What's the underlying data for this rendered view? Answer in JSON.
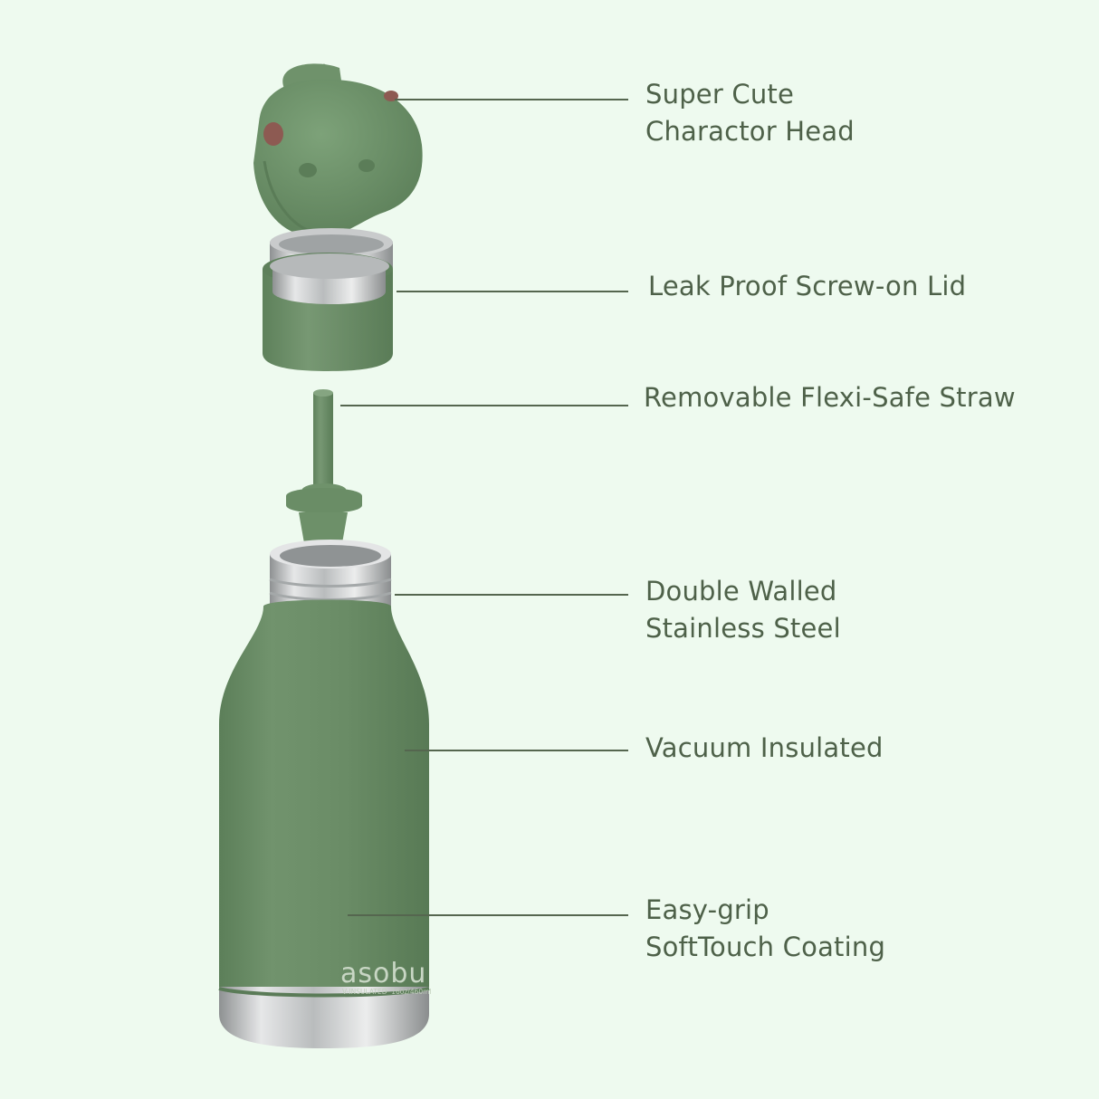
{
  "colors": {
    "background": "#eefaef",
    "body_green": "#6a8e66",
    "text": "#4e6149",
    "steel": "#c9cbcc"
  },
  "product": {
    "brand": "asobu",
    "subtext": "V-INSULATED· 16oz/460ml"
  },
  "callouts": [
    {
      "id": "head",
      "lines": [
        "Super Cute",
        "Charactor Head"
      ]
    },
    {
      "id": "lid",
      "lines": [
        "Leak Proof Screw-on Lid"
      ]
    },
    {
      "id": "straw",
      "lines": [
        "Removable Flexi-Safe Straw"
      ]
    },
    {
      "id": "steel",
      "lines": [
        "Double Walled",
        "Stainless Steel"
      ]
    },
    {
      "id": "vac",
      "lines": [
        "Vacuum Insulated"
      ]
    },
    {
      "id": "grip",
      "lines": [
        "Easy-grip",
        "SoftTouch Coating"
      ]
    }
  ]
}
